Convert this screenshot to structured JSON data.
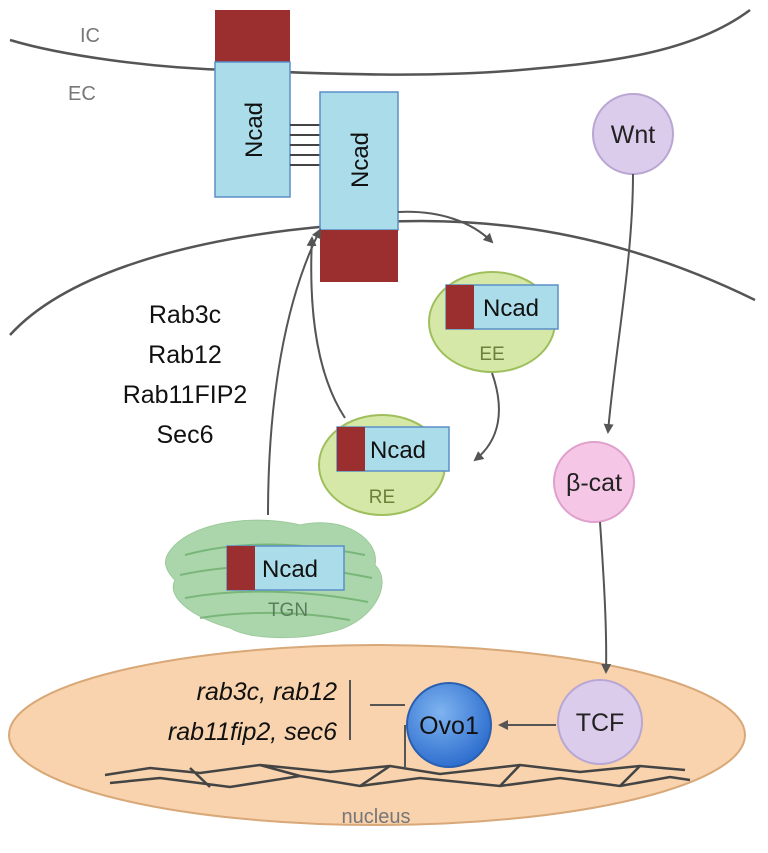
{
  "regions": {
    "intracellular": "IC",
    "extracellular": "EC",
    "nucleus": "nucleus"
  },
  "proteins": {
    "ncad_left": "Ncad",
    "ncad_right": "Ncad",
    "ncad_ee": "Ncad",
    "ncad_re": "Ncad",
    "ncad_tgn": "Ncad"
  },
  "compartments": {
    "early_endosome": "EE",
    "recycling_endosome": "RE",
    "trans_golgi": "TGN"
  },
  "trafficking_factors": [
    "Rab3c",
    "Rab12",
    "Rab11FIP2",
    "Sec6"
  ],
  "signaling": {
    "wnt": "Wnt",
    "beta_catenin": "β-cat",
    "tcf": "TCF",
    "ovo1": "Ovo1"
  },
  "target_genes": {
    "line1": "rab3c, rab12",
    "line2": "rab11fip2, sec6"
  },
  "colors": {
    "ncad_body": "#aadcea",
    "ncad_body_stroke": "#5b8fc7",
    "ncad_cyto": "#9b2f2f",
    "endosome_fill": "#d6e8a8",
    "endosome_stroke": "#9fbf5c",
    "tgn_fill": "#8fc98f",
    "nucleus_fill": "#f8d3ad",
    "nucleus_stroke": "#d9a878",
    "wnt_fill": "#dcccec",
    "bcat_fill": "#f6c6e6",
    "tcf_fill": "#dcccec",
    "ovo1_fill": "#3f86e0",
    "line": "#555555"
  }
}
